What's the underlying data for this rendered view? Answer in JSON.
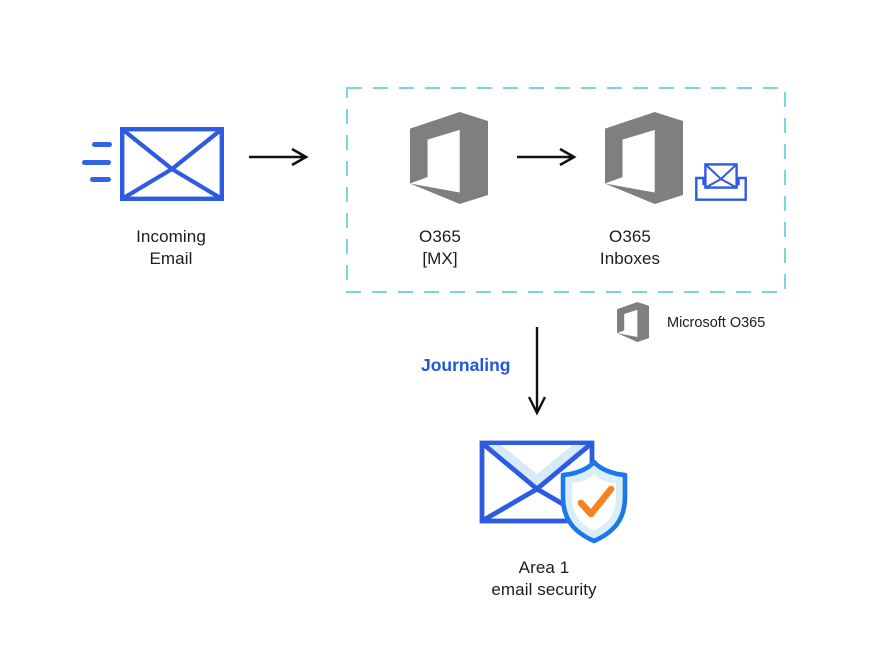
{
  "diagram": {
    "title_implicit": "Email flow with O365 journaling to Area 1",
    "colors": {
      "envelope_blue": "#2d5be2",
      "speed_line_blue": "#2f63e8",
      "dashed_border_cyan": "#7ad4e6",
      "office_logo_gray": "#7f7f7f",
      "text_black": "#1c1c1c",
      "journaling_blue": "#2356dd",
      "shield_blue": "#1a78e8",
      "light_blue_fill": "#d9ecf7",
      "check_orange": "#f5831f",
      "arrow_black": "#111111"
    },
    "nodes": {
      "incoming_email": {
        "label_line1": "Incoming",
        "label_line2": "Email",
        "icon": "incoming-envelope-icon"
      },
      "o365_mx": {
        "label_line1": "O365",
        "label_line2": "[MX]",
        "icon": "office-logo-icon"
      },
      "o365_inboxes": {
        "label_line1": "O365",
        "label_line2": "Inboxes",
        "icon": "office-logo-icon-with-inbox-tray"
      },
      "area1": {
        "label_line1": "Area 1",
        "label_line2": "email security",
        "icon": "envelope-shield-check-icon"
      }
    },
    "legend": {
      "label": "Microsoft O365",
      "icon": "office-logo-icon"
    },
    "flow_label": "Journaling",
    "connections": [
      "incoming_email -> o365_mx",
      "o365_mx -> o365_inboxes",
      "o365_group -> area1 (Journaling)"
    ]
  }
}
